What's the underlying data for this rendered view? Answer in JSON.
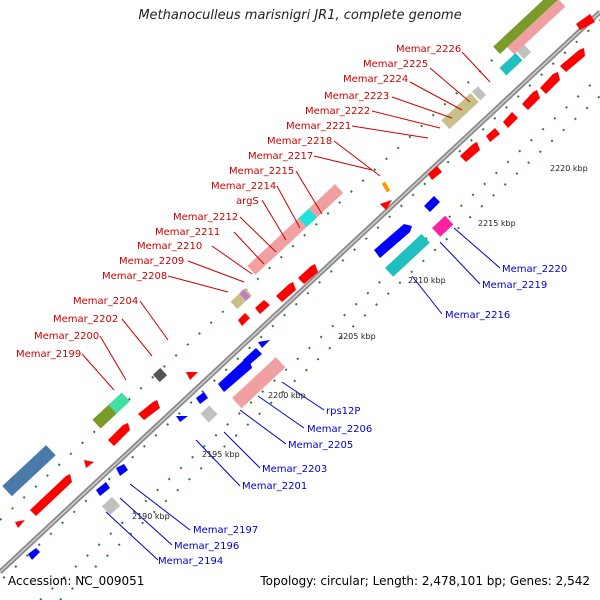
{
  "title": "Methanoculleus marisnigri JR1, complete genome",
  "footer": {
    "accession": "Accession: NC_009051",
    "topology": "Topology: circular; Length: 2,478,101 bp; Genes: 2,542"
  },
  "colors": {
    "forward_label": "#cc0000",
    "reverse_label": "#0000cc",
    "backbone": "#888888",
    "tick": "#2e7d32"
  },
  "tick_labels": [
    "2190 kbp",
    "2195 kbp",
    "2200 kbp",
    "2205 kbp",
    "2210 kbp",
    "2215 kbp",
    "2220 kbp"
  ],
  "forward_genes": [
    "Memar_2199",
    "Memar_2200",
    "Memar_2202",
    "Memar_2204",
    "Memar_2208",
    "Memar_2209",
    "Memar_2210",
    "Memar_2211",
    "Memar_2212",
    "argS",
    "Memar_2214",
    "Memar_2215",
    "Memar_2217",
    "Memar_2218",
    "Memar_2221",
    "Memar_2222",
    "Memar_2223",
    "Memar_2224",
    "Memar_2225",
    "Memar_2226"
  ],
  "reverse_genes": [
    "Memar_2194",
    "Memar_2196",
    "Memar_2197",
    "Memar_2201",
    "Memar_2203",
    "Memar_2205",
    "Memar_2206",
    "rps12P",
    "Memar_2216",
    "Memar_2219",
    "Memar_2220"
  ]
}
